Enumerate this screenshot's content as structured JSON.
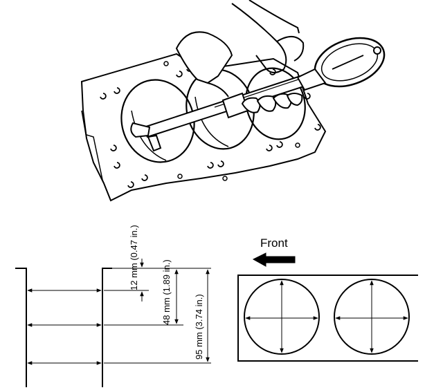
{
  "labels": {
    "front": "Front",
    "dim_12": "12 mm (0.47 in.)",
    "dim_48": "48 mm (1.89 in.)",
    "dim_95": "95 mm (3.74 in.)"
  }
}
